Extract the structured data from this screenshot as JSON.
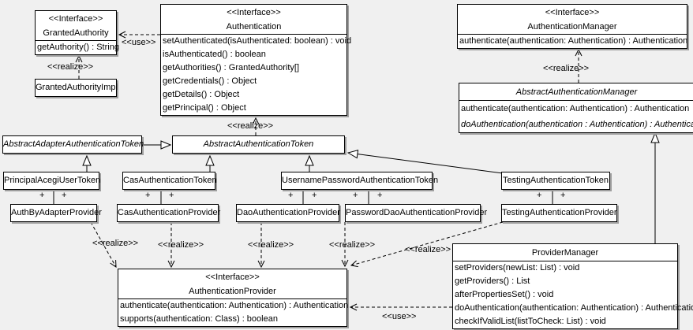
{
  "diagram": {
    "background_color": "#f0f0f0",
    "box_fill": "#ffffff",
    "box_border": "#000000",
    "shadow_color": "#9e9e9e",
    "text_color": "#000000"
  },
  "labels": {
    "interface_stereotype": "<<Interface>>",
    "use": "<<use>>",
    "realize": "<<realize>>",
    "plus": "+"
  },
  "classes": {
    "granted_authority": {
      "stereotype": "<<Interface>>",
      "name": "GrantedAuthority",
      "methods": [
        "getAuthority() : String"
      ]
    },
    "granted_authority_impl": {
      "name": "GrantedAuthorityImpl"
    },
    "authentication": {
      "stereotype": "<<Interface>>",
      "name": "Authentication",
      "methods": [
        "setAuthenticated(isAuthenticated: boolean) : void",
        "isAuthenticated() : boolean",
        "getAuthorities() : GrantedAuthority[]",
        "getCredentials() : Object",
        "getDetails() : Object",
        "getPrincipal() : Object"
      ]
    },
    "authentication_manager": {
      "stereotype": "<<Interface>>",
      "name": "AuthenticationManager",
      "methods": [
        "authenticate(authentication: Authentication) : Authentication"
      ]
    },
    "abstract_authentication_manager": {
      "name": "AbstractAuthenticationManager",
      "abstract": true,
      "methods": [
        "authenticate(authentication: Authentication) : Authentication",
        "doAuthentication(authentication : Authentication) : Authentication"
      ]
    },
    "abstract_adapter_authentication_token": {
      "name": "AbstractAdapterAuthenticationToken",
      "abstract": true
    },
    "abstract_authentication_token": {
      "name": "AbstractAuthenticationToken",
      "abstract": true
    },
    "principal_acegi_user_token": {
      "name": "PrincipalAcegiUserToken"
    },
    "cas_authentication_token": {
      "name": "CasAuthenticationToken"
    },
    "username_password_authentication_token": {
      "name": "UsernamePasswordAuthenticationToken"
    },
    "testing_authentication_token": {
      "name": "TestingAuthenticationToken"
    },
    "auth_by_adapter_provider": {
      "name": "AuthByAdapterProvider"
    },
    "cas_authentication_provider": {
      "name": "CasAuthenticationProvider"
    },
    "dao_authentication_provider": {
      "name": "DaoAuthenticationProvider"
    },
    "password_dao_authentication_provider": {
      "name": "PasswordDaoAuthenticationProvider"
    },
    "testing_authentication_provider": {
      "name": "TestingAuthenticationProvider"
    },
    "provider_manager": {
      "name": "ProviderManager",
      "methods": [
        "setProviders(newList: List) : void",
        "getProviders() : List",
        "afterPropertiesSet() : void",
        "doAuthentication(authentication: Authentication) : Authentication",
        "checkIfValidList(listToCheck: List) : void"
      ]
    },
    "authentication_provider": {
      "stereotype": "<<Interface>>",
      "name": "AuthenticationProvider",
      "methods": [
        "authenticate(authentication: Authentication) : Authentication",
        "supports(authentication: Class) : boolean"
      ]
    }
  },
  "relationships": [
    {
      "from": "Authentication",
      "to": "GrantedAuthority",
      "type": "use",
      "label": "<<use>>"
    },
    {
      "from": "GrantedAuthorityImpl",
      "to": "GrantedAuthority",
      "type": "realize",
      "label": "<<realize>>"
    },
    {
      "from": "AbstractAuthenticationToken",
      "to": "Authentication",
      "type": "realize",
      "label": "<<realize>>"
    },
    {
      "from": "AbstractAuthenticationManager",
      "to": "AuthenticationManager",
      "type": "realize",
      "label": "<<realize>>"
    },
    {
      "from": "AbstractAdapterAuthenticationToken",
      "to": "AbstractAuthenticationToken",
      "type": "generalization"
    },
    {
      "from": "PrincipalAcegiUserToken",
      "to": "AbstractAdapterAuthenticationToken",
      "type": "generalization"
    },
    {
      "from": "CasAuthenticationToken",
      "to": "AbstractAuthenticationToken",
      "type": "generalization"
    },
    {
      "from": "UsernamePasswordAuthenticationToken",
      "to": "AbstractAuthenticationToken",
      "type": "generalization"
    },
    {
      "from": "TestingAuthenticationToken",
      "to": "AbstractAuthenticationToken",
      "type": "generalization"
    },
    {
      "from": "ProviderManager",
      "to": "AbstractAuthenticationManager",
      "type": "generalization"
    },
    {
      "from": "PrincipalAcegiUserToken",
      "to": "AuthByAdapterProvider",
      "type": "association",
      "end_labels": [
        "+",
        "+"
      ]
    },
    {
      "from": "CasAuthenticationToken",
      "to": "CasAuthenticationProvider",
      "type": "association",
      "end_labels": [
        "+",
        "+"
      ]
    },
    {
      "from": "UsernamePasswordAuthenticationToken",
      "to": "DaoAuthenticationProvider",
      "type": "association",
      "end_labels": [
        "+",
        "+"
      ]
    },
    {
      "from": "UsernamePasswordAuthenticationToken",
      "to": "PasswordDaoAuthenticationProvider",
      "type": "association",
      "end_labels": [
        "+",
        "+"
      ]
    },
    {
      "from": "TestingAuthenticationToken",
      "to": "TestingAuthenticationProvider",
      "type": "association",
      "end_labels": [
        "+",
        "+"
      ]
    },
    {
      "from": "AuthByAdapterProvider",
      "to": "AuthenticationProvider",
      "type": "realize",
      "label": "<<realize>>"
    },
    {
      "from": "CasAuthenticationProvider",
      "to": "AuthenticationProvider",
      "type": "realize",
      "label": "<<realize>>"
    },
    {
      "from": "DaoAuthenticationProvider",
      "to": "AuthenticationProvider",
      "type": "realize",
      "label": "<<realize>>"
    },
    {
      "from": "PasswordDaoAuthenticationProvider",
      "to": "AuthenticationProvider",
      "type": "realize",
      "label": "<<realize>>"
    },
    {
      "from": "TestingAuthenticationProvider",
      "to": "AuthenticationProvider",
      "type": "realize",
      "label": "<<realize>>"
    },
    {
      "from": "ProviderManager",
      "to": "AuthenticationProvider",
      "type": "use",
      "label": "<<use>>"
    }
  ]
}
